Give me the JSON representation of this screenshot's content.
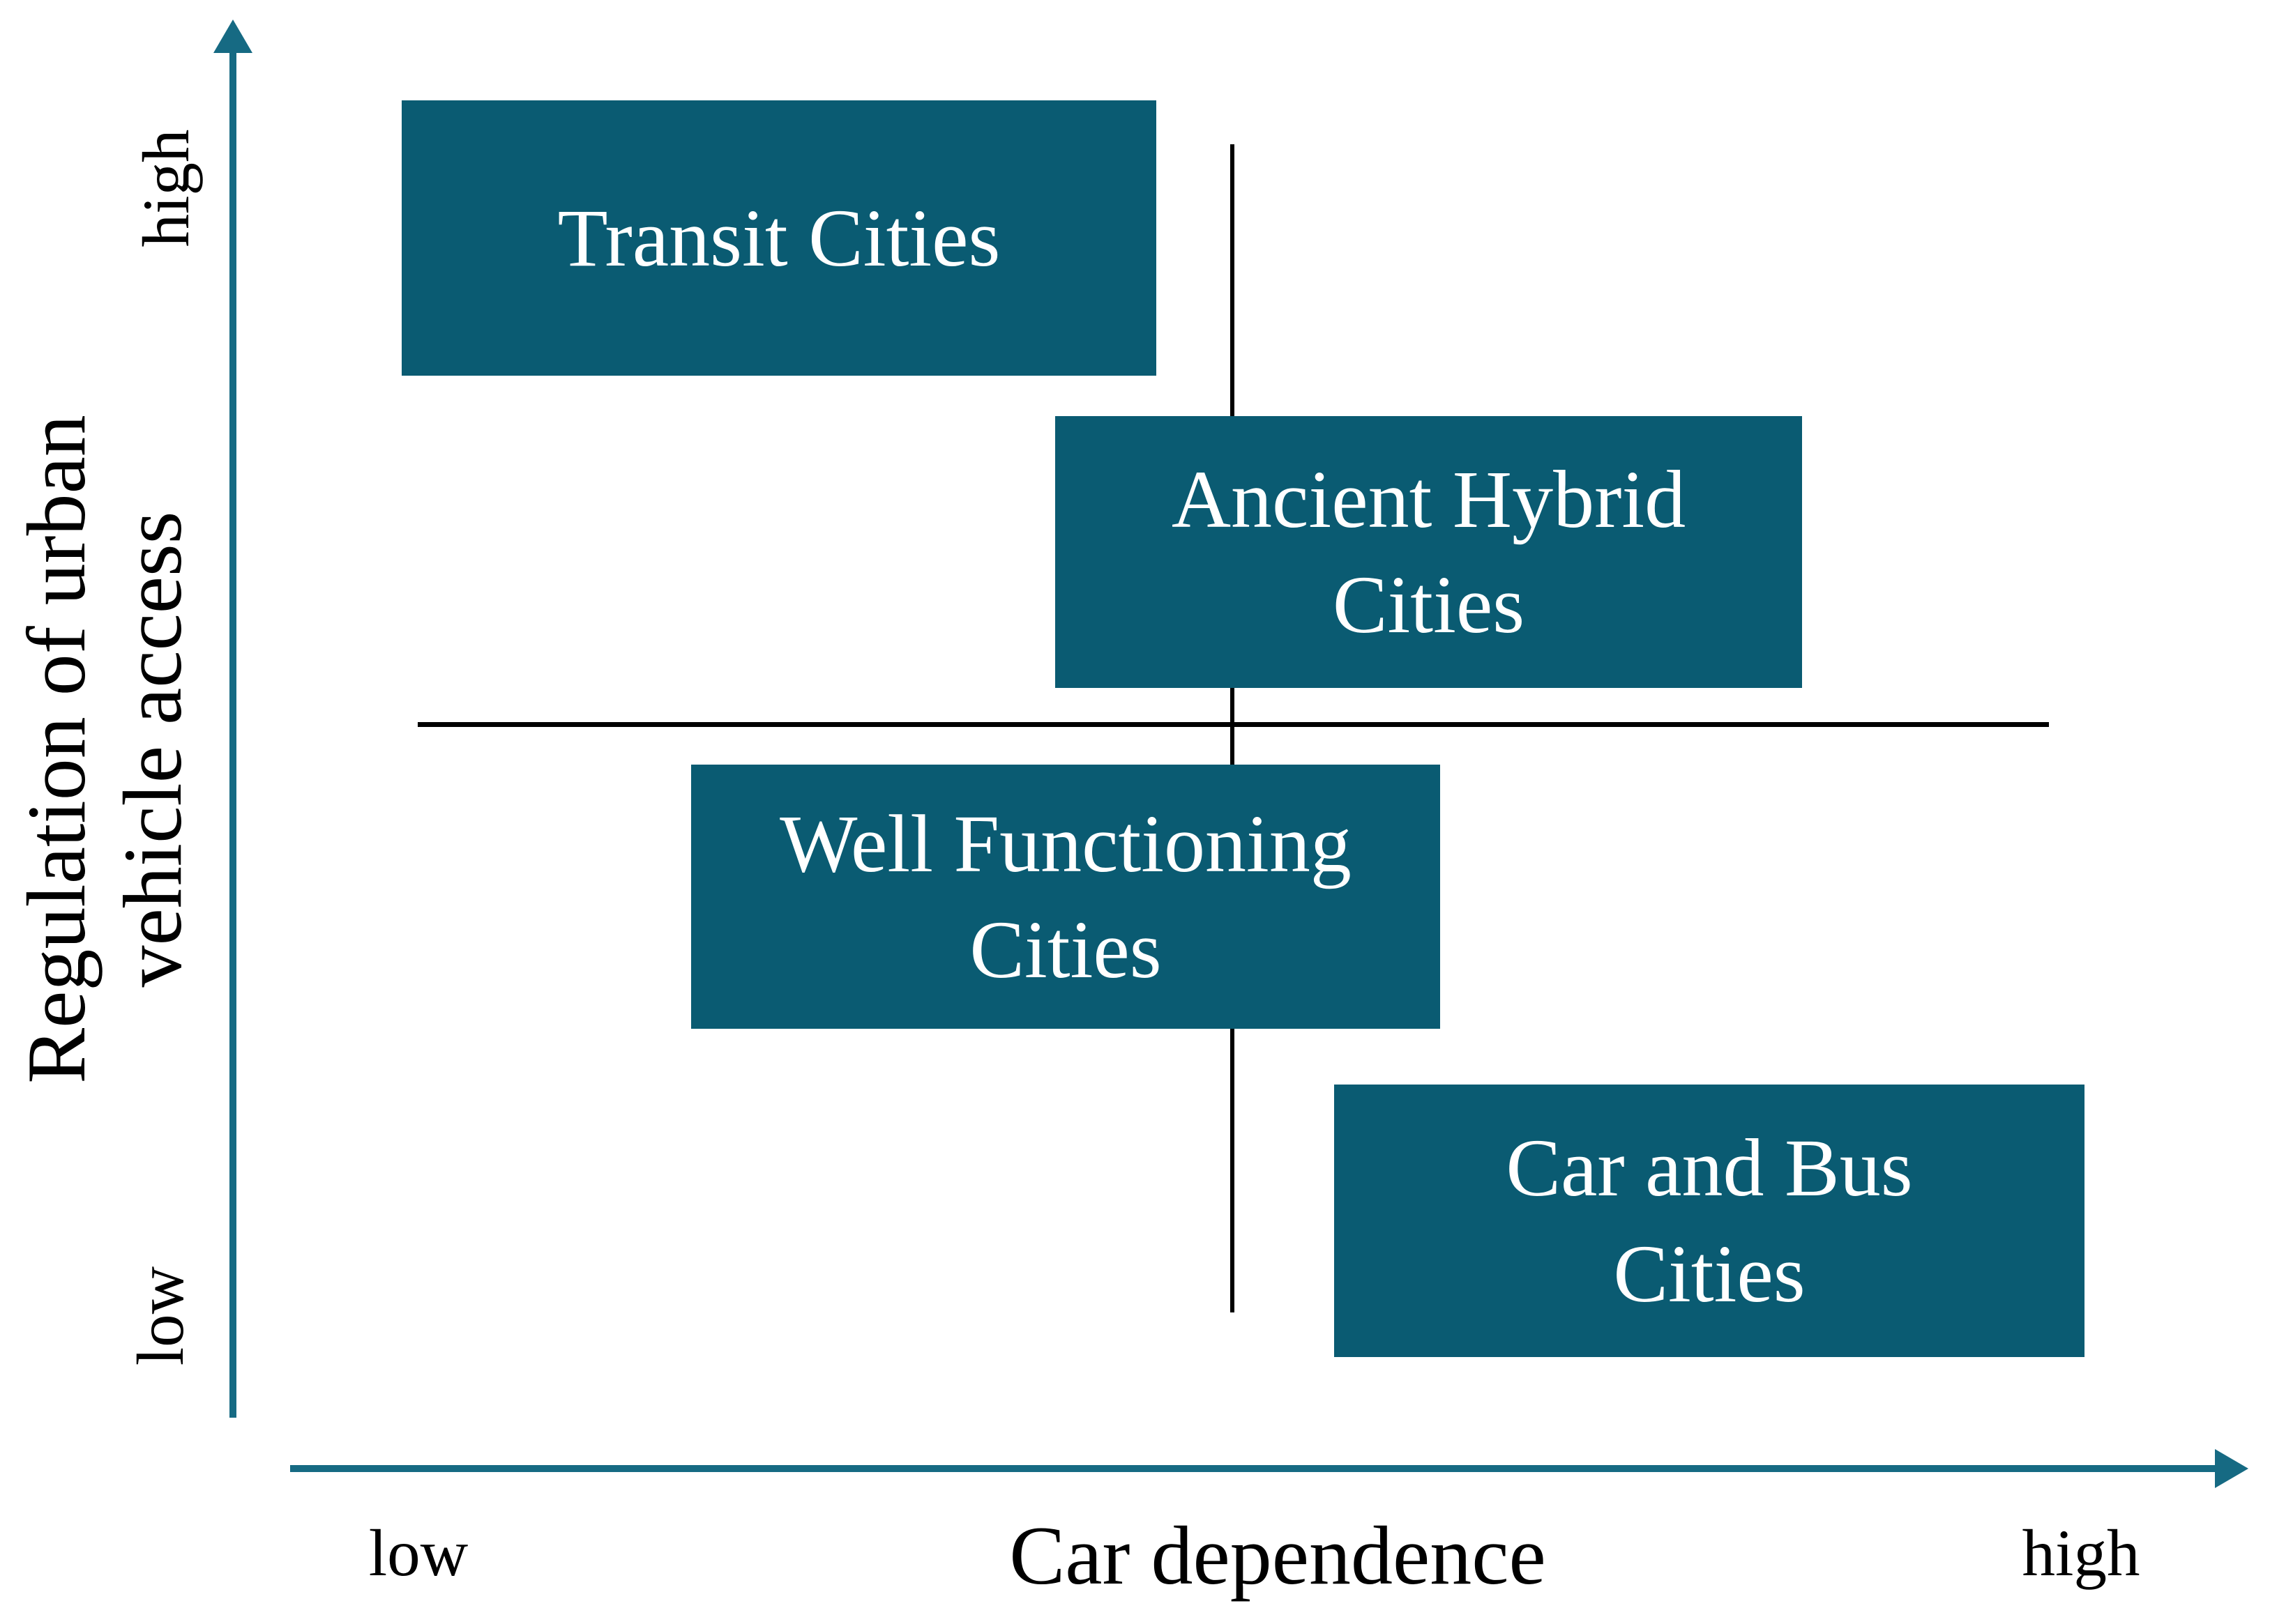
{
  "diagram": {
    "type": "quadrant-diagram",
    "boxes": [
      {
        "id": "transit-cities",
        "label": "Transit Cities",
        "x_position": "low car dependence",
        "y_position": "high regulation"
      },
      {
        "id": "ancient-hybrid-cities",
        "label": "Ancient Hybrid\nCities",
        "x_position": "middle car dependence",
        "y_position": "upper-middle regulation"
      },
      {
        "id": "well-functioning-cities",
        "label": "Well Functioning\nCities",
        "x_position": "middle car dependence",
        "y_position": "lower-middle regulation"
      },
      {
        "id": "car-and-bus-cities",
        "label": "Car and Bus\nCities",
        "x_position": "high car dependence",
        "y_position": "low regulation"
      }
    ],
    "x_axis": {
      "title": "Car dependence",
      "low_label": "low",
      "high_label": "high"
    },
    "y_axis": {
      "title": "Regulation of urban\nvehicle access",
      "low_label": "low",
      "high_label": "high"
    },
    "colors": {
      "box_fill": "#0a5b72",
      "box_text": "#ffffff",
      "axis_teal": "#166a83",
      "divider_black": "#000000",
      "background": "#ffffff"
    }
  }
}
